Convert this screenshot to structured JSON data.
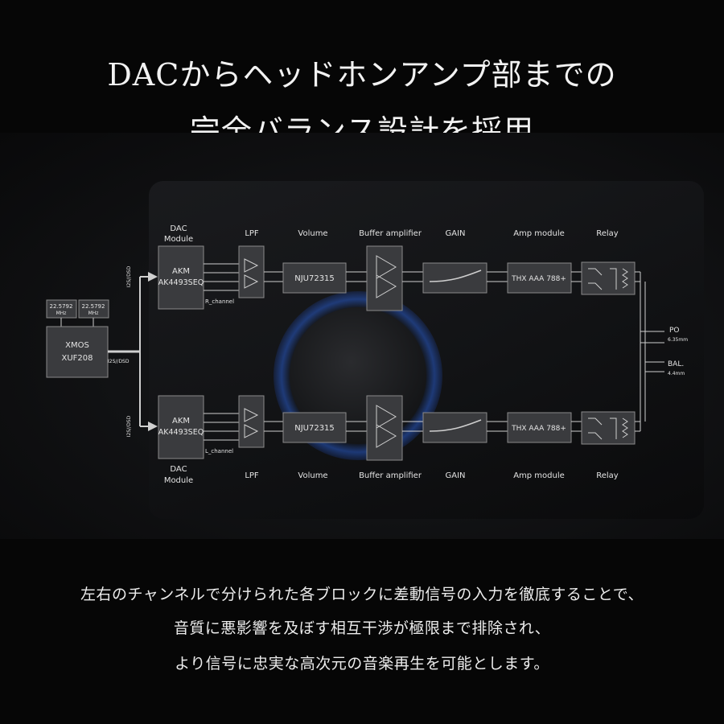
{
  "headline": {
    "line1": "DACからヘッドホンアンプ部までの",
    "line2": "完全バランス設計を採用"
  },
  "diagram": {
    "top_labels": {
      "dac_module_1": "DAC",
      "dac_module_2": "Module",
      "lpf": "LPF",
      "volume": "Volume",
      "buffer": "Buffer amplifier",
      "gain": "GAIN",
      "amp": "Amp module",
      "relay": "Relay"
    },
    "bottom_labels": {
      "dac_module_1": "DAC",
      "dac_module_2": "Module",
      "lpf": "LPF",
      "volume": "Volume",
      "buffer": "Buffer amplifier",
      "gain": "GAIN",
      "amp": "Amp module",
      "relay": "Relay"
    },
    "clock1": {
      "line1": "22.5792",
      "line2": "MHz"
    },
    "clock2": {
      "line1": "22.5792",
      "line2": "MHz"
    },
    "xmos": {
      "line1": "XMOS",
      "line2": "XUF208"
    },
    "i2s_main": "I2S//DSD",
    "i2s_top": "I2S//DSD",
    "i2s_bottom": "I2S//DSD",
    "dac_top": {
      "line1": "AKM",
      "line2": "AK4493SEQ",
      "channel": "R_channel"
    },
    "dac_bottom": {
      "line1": "AKM",
      "line2": "AK4493SEQ",
      "channel": "L_channel"
    },
    "volume_top": "NJU72315",
    "volume_bottom": "NJU72315",
    "amp_top": "THX AAA 788+",
    "amp_bottom": "THX AAA 788+",
    "outputs": {
      "po": {
        "label": "PO",
        "size": "6.35mm"
      },
      "bal": {
        "label": "BAL.",
        "size": "4.4mm"
      }
    }
  },
  "body": {
    "line1": "左右のチャンネルで分けられた各ブロックに差動信号の入力を徹底することで、",
    "line2": "音質に悪影響を及ぼす相互干渉が極限まで排除され、",
    "line3": "より信号に忠実な高次元の音楽再生を可能とします。"
  },
  "colors": {
    "background": "#060606",
    "box_fill": "#3a3b3e",
    "box_stroke": "#8a8a8a",
    "line": "#cfcfcf",
    "text": "#e9e9e9",
    "accent_glow": "#2a5ac8"
  }
}
